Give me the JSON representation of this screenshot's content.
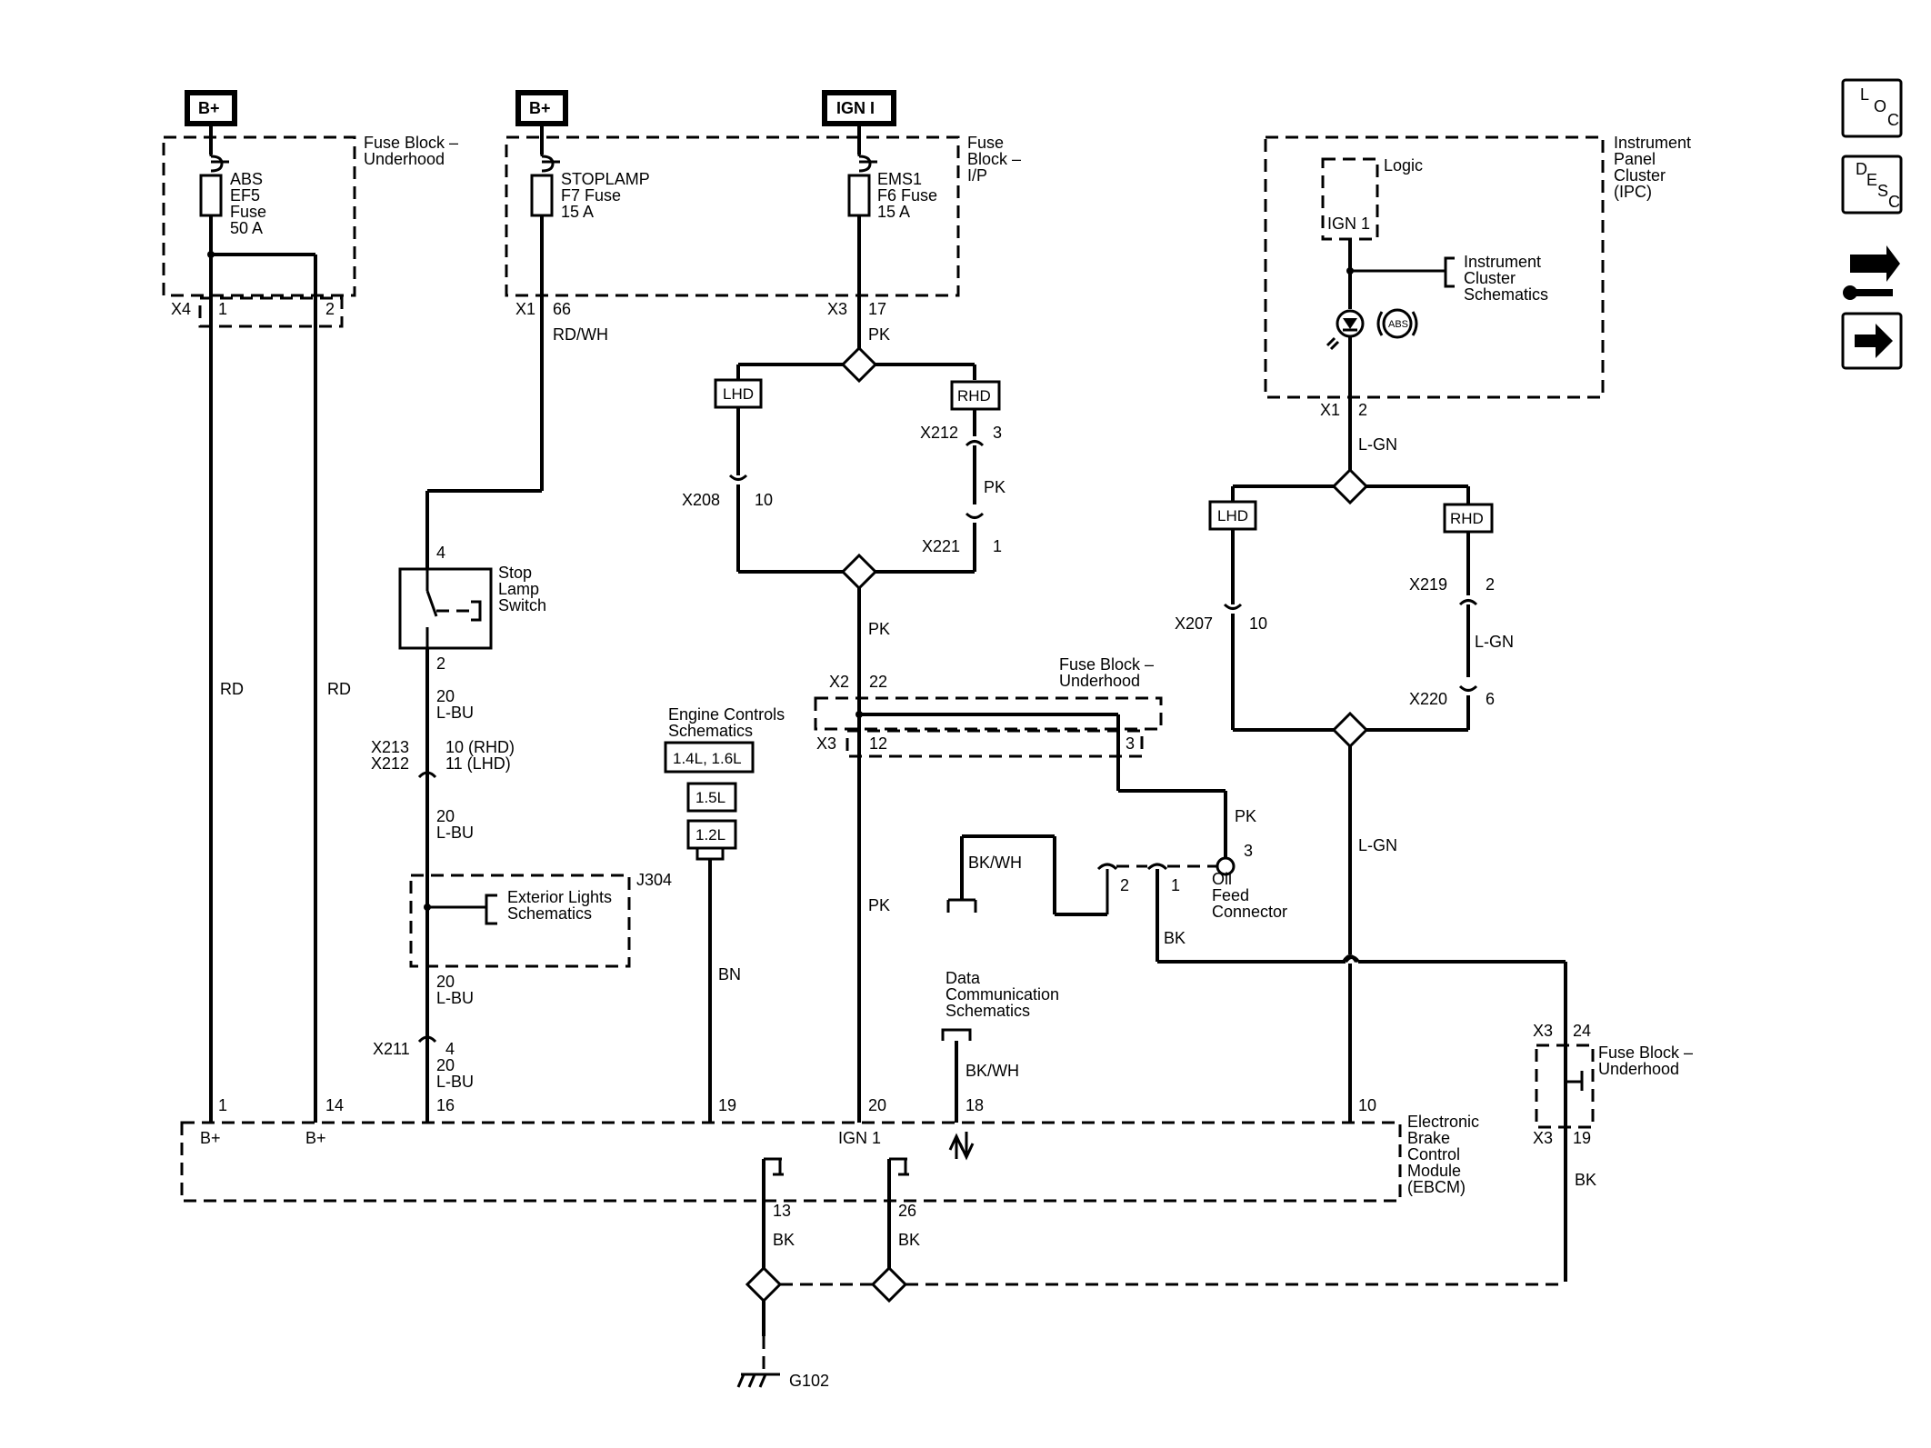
{
  "nav": {
    "loc": [
      "L",
      "O",
      "C"
    ],
    "desc": [
      "D",
      "E",
      "S",
      "C"
    ]
  },
  "power": {
    "bplus": "B+",
    "ign": "IGN I"
  },
  "fuse_block_underhood": "Fuse Block –\nUnderhood",
  "fuse_block_ip": "Fuse\nBlock –\nI/P",
  "abs_fuse": "ABS\nEF5\nFuse\n50 A",
  "stoplamp_fuse": "STOPLAMP\nF7 Fuse\n15 A",
  "ems1_fuse": "EMS1\nF6 Fuse\n15 A",
  "ipc": "Instrument\nPanel\nCluster\n(IPC)",
  "logic": "Logic",
  "ign1": "IGN 1",
  "instrument_cluster_schematics": "Instrument\nCluster\nSchematics",
  "abs_symbol": "ABS",
  "lhd": "LHD",
  "rhd": "RHD",
  "stop_lamp_switch": "Stop\nLamp\nSwitch",
  "engine_controls": "Engine Controls\nSchematics",
  "engine_variants": [
    "1.4L, 1.6L",
    "1.5L",
    "1.2L"
  ],
  "fuse_block_underhood_mid": "Fuse Block –\nUnderhood",
  "oil_feed": "Oil\nFeed\nConnector",
  "exterior_lights": "Exterior Lights\nSchematics",
  "j304": "J304",
  "data_comm": "Data\nCommunication\nSchematics",
  "fuse_block_underhood_right": "Fuse Block –\nUnderhood",
  "ebcm": "Electronic\nBrake\nControl\nModule\n(EBCM)",
  "g102": "G102",
  "labels": {
    "x4": "X4",
    "x4_1": "1",
    "x4_2": "2",
    "x1_66a": "X1",
    "x1_66b": "66",
    "rdwh": "RD/WH",
    "x3_17a": "X3",
    "x3_17b": "17",
    "pk_top": "PK",
    "x212": "X212",
    "x212_3": "3",
    "pk_rhd": "PK",
    "x208": "X208",
    "x208_10": "10",
    "x221": "X221",
    "x221_1": "1",
    "pk_mid": "PK",
    "x2": "X2",
    "x2_22": "22",
    "x3m": "X3",
    "x3m_12": "12",
    "x3m_3": "3",
    "pk_oil": "PK",
    "oil_3": "3",
    "bkwh_left": "BK/WH",
    "oil_2": "2",
    "oil_1": "1",
    "bk_oil": "BK",
    "pk_low": "PK",
    "ipc_x1": "X1",
    "ipc_2": "2",
    "lgn_top": "L-GN",
    "x219": "X219",
    "x219_2": "2",
    "lgn_rhd": "L-GN",
    "x207": "X207",
    "x207_10": "10",
    "x220": "X220",
    "x220_6": "6",
    "lgn_low": "L-GN",
    "sw4": "4",
    "sw2": "2",
    "w20a": "20",
    "lbua": "L-BU",
    "x213": "X213",
    "x212b": "X212",
    "rhd10": "10 (RHD)",
    "lhd11": "11 (LHD)",
    "w20b": "20",
    "lbub": "L-BU",
    "w20c": "20",
    "lbuc": "L-BU",
    "x211": "X211",
    "x211_4": "4",
    "w20d": "20",
    "lbud": "L-BU",
    "rd1": "RD",
    "rd2": "RD",
    "bn": "BN",
    "bkwh_data": "BK/WH",
    "x3r_24a": "X3",
    "x3r_24b": "24",
    "x3r_19a": "X3",
    "x3r_19b": "19",
    "bk_right": "BK",
    "p1": "1",
    "p14": "14",
    "p16": "16",
    "p19": "19",
    "p20": "20",
    "p18": "18",
    "p10": "10",
    "bplus1": "B+",
    "bplus2": "B+",
    "ign1_ebcm": "IGN 1",
    "g13": "13",
    "g26": "26",
    "bk13": "BK",
    "bk26": "BK"
  }
}
